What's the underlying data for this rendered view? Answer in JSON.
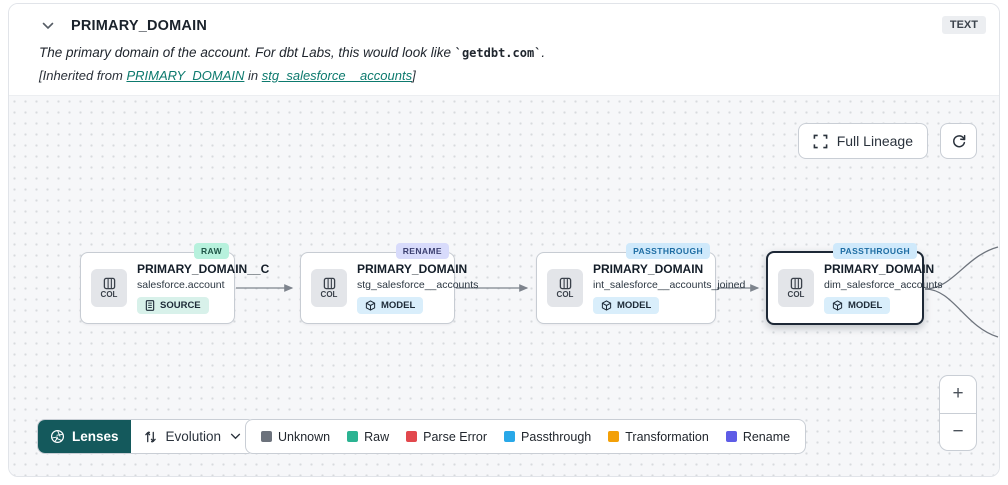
{
  "header": {
    "title": "PRIMARY_DOMAIN",
    "type_badge": "TEXT",
    "description_prefix": "The primary domain of the account. For dbt Labs, this would look like ",
    "description_code": "`getdbt.com`",
    "description_suffix": ".",
    "inherited_prefix": "[Inherited from ",
    "inherited_link_column": "PRIMARY_DOMAIN",
    "inherited_middle": " in ",
    "inherited_link_model": "stg_salesforce__accounts",
    "inherited_suffix": "]"
  },
  "toolbar": {
    "full_lineage_label": "Full Lineage"
  },
  "canvas": {
    "nodes": [
      {
        "badge": "RAW",
        "badge_bg": "#b7f1dd",
        "badge_color": "#1f5547",
        "col_label": "COL",
        "title": "PRIMARY_DOMAIN__C",
        "subtitle": "salesforce.account",
        "tag": "SOURCE",
        "tag_bg": "#d8f1ea"
      },
      {
        "badge": "RENAME",
        "badge_bg": "#d8dbfb",
        "badge_color": "#3c4070",
        "col_label": "COL",
        "title": "PRIMARY_DOMAIN",
        "subtitle": "stg_salesforce__accounts",
        "tag": "MODEL",
        "tag_bg": "#d9eefb"
      },
      {
        "badge": "PASSTHROUGH",
        "badge_bg": "#cfe9fb",
        "badge_color": "#1e6da3",
        "col_label": "COL",
        "title": "PRIMARY_DOMAIN",
        "subtitle": "int_salesforce__accounts_joined",
        "tag": "MODEL",
        "tag_bg": "#d9eefb"
      },
      {
        "badge": "PASSTHROUGH",
        "badge_bg": "#cfe9fb",
        "badge_color": "#1e6da3",
        "col_label": "COL",
        "title": "PRIMARY_DOMAIN",
        "subtitle": "dim_salesforce_accounts",
        "tag": "MODEL",
        "tag_bg": "#d9eefb"
      }
    ],
    "lenses": {
      "label": "Lenses",
      "bg": "#14595c",
      "selected": "Evolution"
    },
    "legend": [
      {
        "label": "Unknown",
        "color": "#6c727c"
      },
      {
        "label": "Raw",
        "color": "#2bb392"
      },
      {
        "label": "Parse Error",
        "color": "#e2484d"
      },
      {
        "label": "Passthrough",
        "color": "#29a8e8"
      },
      {
        "label": "Transformation",
        "color": "#f3a008"
      },
      {
        "label": "Rename",
        "color": "#5e5ce6"
      }
    ],
    "zoom_in": "+",
    "zoom_out": "−"
  }
}
